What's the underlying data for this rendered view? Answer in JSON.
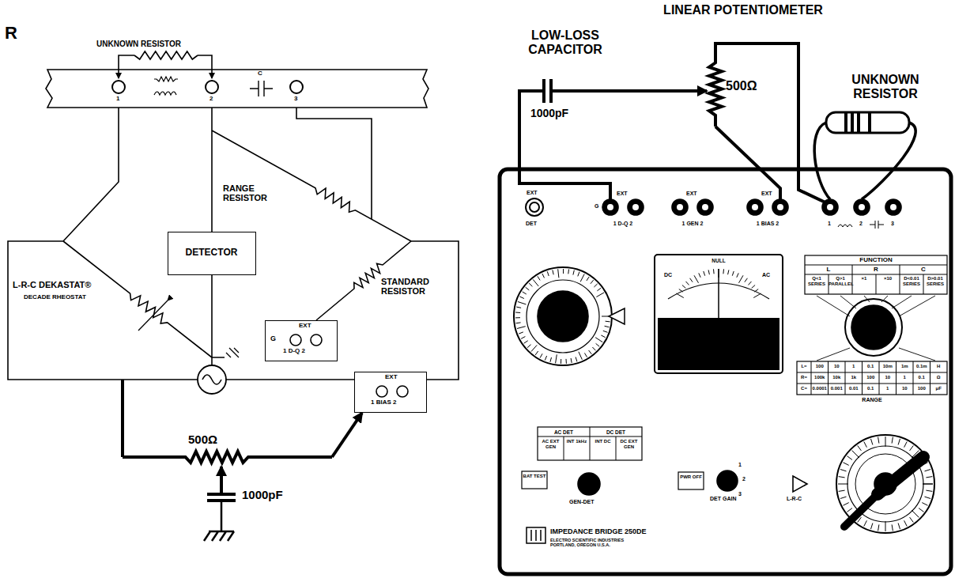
{
  "diagram": {
    "nodes": [
      {
        "text": [
          "DETECTOR"
        ]
      },
      {
        "text": [
          "EXT",
          "G",
          "1 D-Q 2"
        ]
      },
      {
        "text": [
          "EXT",
          "1 BIAS 2"
        ]
      }
    ],
    "labels": [
      "R",
      "UNKNOWN RESISTOR",
      "1",
      "2",
      "3",
      "C",
      "RANGE RESISTOR",
      "STANDARD RESISTOR",
      "L-R-C DEKASTAT®",
      "DECADE RHEOSTAT",
      "500Ω",
      "1000pF",
      "LOW-LOSS CAPACITOR",
      "1000pF",
      "LINEAR POTENTIOMETER",
      "500Ω",
      "UNKNOWN RESISTOR",
      "EXT",
      "DET",
      "G",
      "EXT",
      "1 D-Q 2",
      "EXT",
      "1 GEN 2",
      "EXT",
      "1 BIAS 2",
      "1",
      "2",
      "3",
      "FUNCTION",
      "L",
      "R",
      "C",
      "Q<1 SERIES",
      "Q>1 PARALLEL",
      "×1",
      "×10",
      "D<0.01 SERIES",
      "D>0.01 SERIES",
      "NULL",
      "DC",
      "AC",
      "L=",
      "100",
      "10",
      "1",
      "0.1",
      "10m",
      "1m",
      "0.1m",
      "H",
      "R=",
      "100k",
      "10k",
      "1k",
      "100",
      "10",
      "1",
      "0.1",
      "Ω",
      "C=",
      "0.0001",
      "0.001",
      "0.01",
      "0.1",
      "1",
      "10",
      "100",
      "μF",
      "RANGE",
      "AC DET",
      "DC DET",
      "AC EXT GEN",
      "INT 1kHz",
      "INT DC",
      "DC EXT GEN",
      "BAT TEST",
      "GEN-DET",
      "PWR OFF",
      "DET GAIN",
      "1",
      "2",
      "3",
      "IMPEDANCE BRIDGE 250DE",
      "ELECTRO SCIENTIFIC INDUSTRIES PORTLAND, OREGON U.S.A.",
      "L-R-C"
    ]
  }
}
